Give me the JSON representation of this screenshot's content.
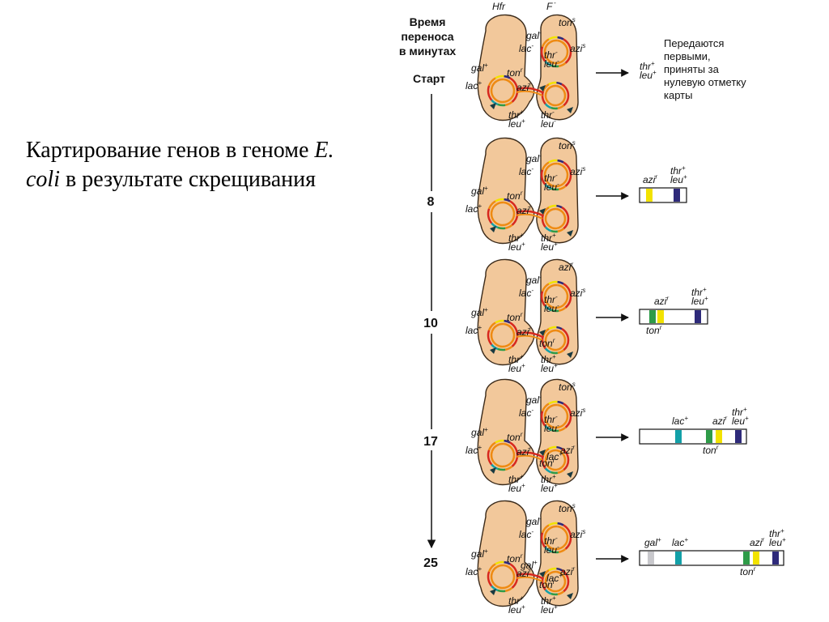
{
  "title": {
    "line1_prefix": "Картирование генов в геноме ",
    "line1_italic": "E.",
    "line2_italic": "coli",
    "line2_suffix": " в результате скрещивания"
  },
  "header": {
    "hfr": "Hfr",
    "f_minus": "F",
    "time_line1": "Время",
    "time_line2": "переноса",
    "time_line3": "в минутах",
    "start": "Старт"
  },
  "note": {
    "line1": "Передаются",
    "line2": "первыми,",
    "line3": "приняты за",
    "line4": "нулевую отметку",
    "line5": "карты"
  },
  "times": [
    "8",
    "10",
    "17",
    "25"
  ],
  "colors": {
    "cell": "#F2C89B",
    "cell_stroke": "#3a2a1a",
    "red": "#D7281E",
    "orange": "#EE8A12",
    "green": "#2E9B48",
    "teal": "#12A0A8",
    "yellow": "#F2E200",
    "navy": "#2E2A7A",
    "gray": "#C8C8CC",
    "arrow": "#1A3A40"
  },
  "stages": [
    {
      "labels": [
        "gal+",
        "lac+",
        "ton r",
        "azi r",
        "thr+ leu+",
        "gal-",
        "lac-",
        "ton s",
        "azi s",
        "thr- leu-",
        "thr- leu-"
      ],
      "markers": []
    },
    {
      "labels": [
        "gal+",
        "lac+",
        "ton r",
        "azi r",
        "thr+ leu+",
        "gal-",
        "lac-",
        "ton s",
        "azi s",
        "thr- leu-",
        "thr+ leu+"
      ],
      "markers": [
        {
          "gene": "azi r",
          "color": "yellow"
        },
        {
          "gene": "thr+ leu+",
          "color": "navy"
        }
      ]
    },
    {
      "labels": [
        "gal+",
        "lac+",
        "ton r",
        "azi r",
        "thr+ leu+",
        "gal-",
        "lac-",
        "azi r",
        "azi s",
        "thr- leu-",
        "thr+ leu+",
        "ton r"
      ],
      "markers": [
        {
          "gene": "ton r",
          "color": "green"
        },
        {
          "gene": "azi r",
          "color": "yellow"
        },
        {
          "gene": "thr+ leu+",
          "color": "navy"
        }
      ]
    },
    {
      "labels": [
        "gal+",
        "lac+",
        "ton r",
        "azi r",
        "thr+ leu+",
        "gal-",
        "lac-",
        "ton s",
        "azi s",
        "thr- leu-",
        "thr+ leu+",
        "ton r",
        "azi r",
        "lac+"
      ],
      "markers": [
        {
          "gene": "lac+",
          "color": "teal"
        },
        {
          "gene": "ton r",
          "color": "green"
        },
        {
          "gene": "azi r",
          "color": "yellow"
        },
        {
          "gene": "thr+ leu+",
          "color": "navy"
        }
      ]
    },
    {
      "labels": [
        "gal+",
        "lac+",
        "ton r",
        "azi r",
        "thr+ leu+",
        "gal-",
        "lac-",
        "ton s",
        "azi s",
        "thr- leu-",
        "thr+ leu+",
        "ton r",
        "azi r",
        "lac+",
        "gal+"
      ],
      "markers": [
        {
          "gene": "gal+",
          "color": "gray"
        },
        {
          "gene": "lac+",
          "color": "teal"
        },
        {
          "gene": "ton r",
          "color": "green"
        },
        {
          "gene": "azi r",
          "color": "yellow"
        },
        {
          "gene": "thr+ leu+",
          "color": "navy"
        }
      ]
    }
  ]
}
